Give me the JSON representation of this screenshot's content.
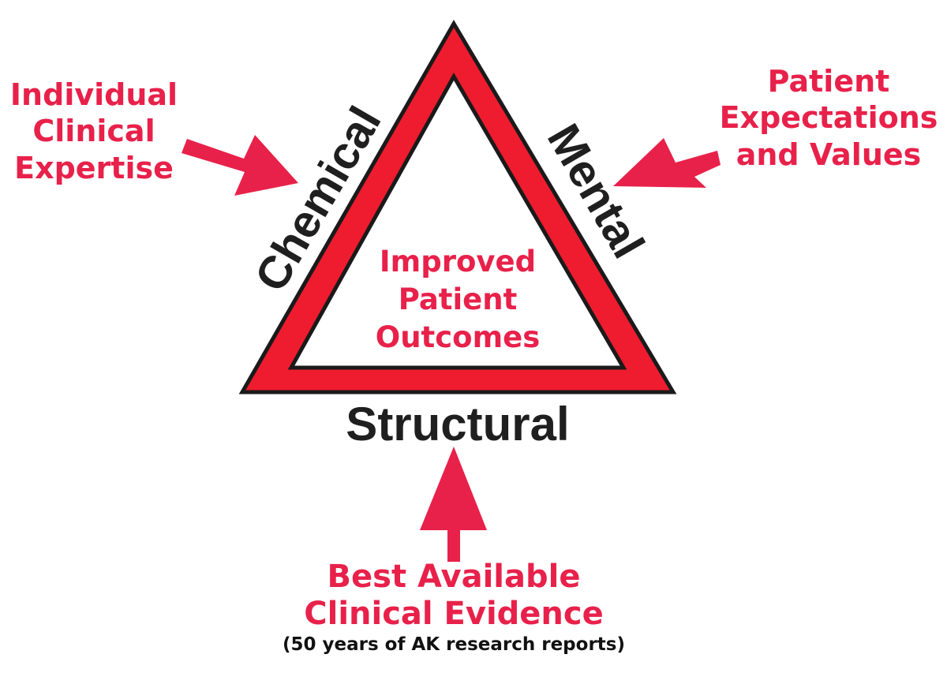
{
  "colors": {
    "accent_red": "#e8214a",
    "triangle_red": "#ee1c2e",
    "outline": "#1a1a1a",
    "side_text": "#1f1f1f"
  },
  "triangle": {
    "side_left": "Chemical",
    "side_right": "Mental",
    "side_bottom": "Structural",
    "center_lines": [
      "Improved",
      "Patient",
      "Outcomes"
    ]
  },
  "inputs": {
    "left_lines": [
      "Individual",
      "Clinical",
      "Expertise"
    ],
    "right_lines": [
      "Patient",
      "Expectations",
      "and Values"
    ],
    "bottom_lines": [
      "Best Available",
      "Clinical Evidence"
    ],
    "bottom_note": "(50 years of AK research reports)"
  }
}
